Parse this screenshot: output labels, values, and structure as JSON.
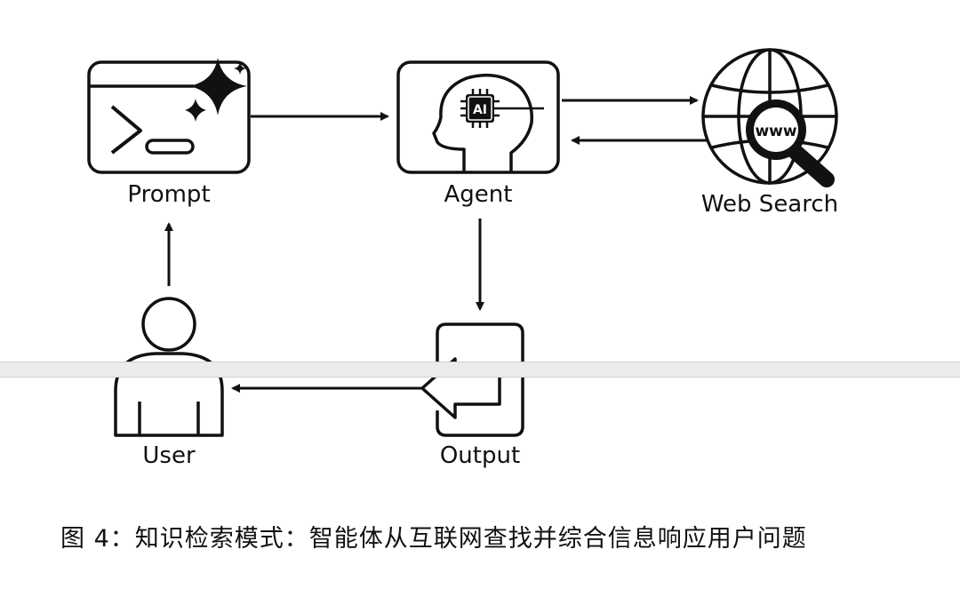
{
  "diagram": {
    "nodes": {
      "prompt": {
        "label": "Prompt"
      },
      "agent": {
        "label": "Agent",
        "chip_text": "AI"
      },
      "web_search": {
        "label": "Web Search",
        "badge_text": "www"
      },
      "user": {
        "label": "User"
      },
      "output": {
        "label": "Output"
      }
    },
    "edges": [
      {
        "from": "prompt",
        "to": "agent"
      },
      {
        "from": "agent",
        "to": "web_search"
      },
      {
        "from": "web_search",
        "to": "agent"
      },
      {
        "from": "agent",
        "to": "output"
      },
      {
        "from": "output",
        "to": "user"
      },
      {
        "from": "user",
        "to": "prompt"
      }
    ],
    "stroke_color": "#111111"
  },
  "caption": "图 4：知识检索模式：智能体从互联网查找并综合信息响应用户问题"
}
